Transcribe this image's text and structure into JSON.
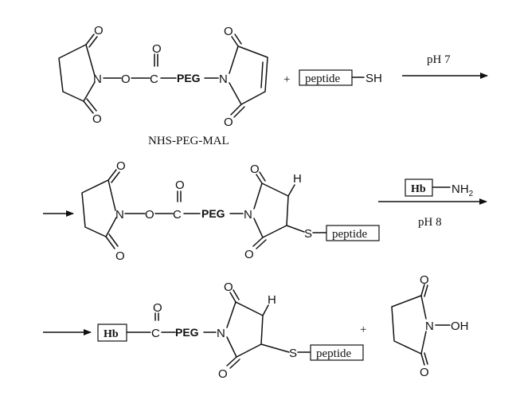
{
  "atoms": {
    "oxygen": "O",
    "nitrogen": "N",
    "carbon": "C",
    "sulfur": "S",
    "hydrogen": "H",
    "thiol": "SH",
    "hydroxyl": "OH",
    "amine_base": "NH",
    "amine_subscript": "2"
  },
  "groups": {
    "peg": "PEG",
    "peptide": "peptide",
    "hb": "Hb"
  },
  "labels": {
    "reagent_name": "NHS-PEG-MAL",
    "plus": "+"
  },
  "conditions": {
    "step1": "pH 7",
    "step2": "pH 8"
  }
}
